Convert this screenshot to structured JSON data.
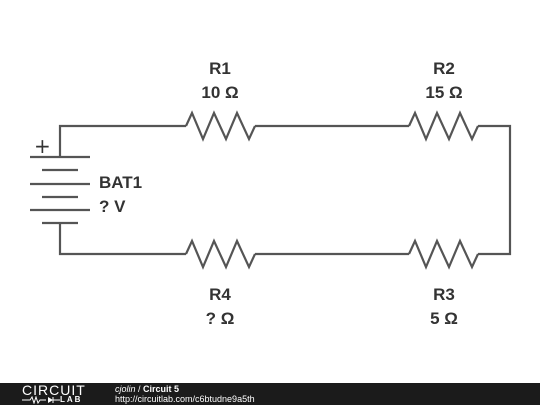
{
  "schematic": {
    "battery": {
      "name": "BAT1",
      "value": "? V",
      "polarity": "+"
    },
    "resistors": [
      {
        "name": "R1",
        "value": "10 Ω"
      },
      {
        "name": "R2",
        "value": "15 Ω"
      },
      {
        "name": "R3",
        "value": "5 Ω"
      },
      {
        "name": "R4",
        "value": "? Ω"
      }
    ],
    "wire_color": "#555555",
    "text_color": "#333333"
  },
  "footer": {
    "logo_top": "CIRCUIT",
    "logo_bottom": "LAB",
    "author": "cjolin",
    "separator": " / ",
    "circuit_title": "Circuit 5",
    "url": "http://circuitlab.com/c6btudne9a5th",
    "background": "#1b1b1b"
  }
}
